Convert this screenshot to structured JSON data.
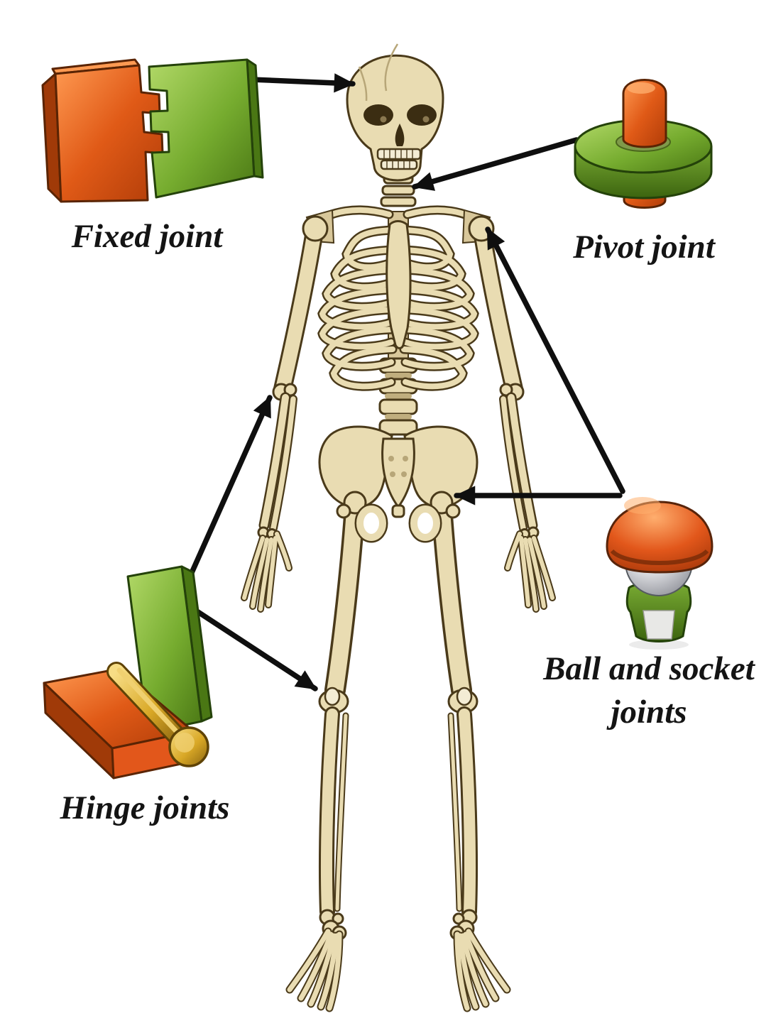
{
  "figure": {
    "subject": "Human skeleton, front view, full body illustration",
    "style": "anatomical color illustration on white background"
  },
  "joints": [
    {
      "id": "fixed",
      "label": "Fixed joint",
      "icon": "interlocking-suture-blocks",
      "targets": [
        "skull sutures"
      ]
    },
    {
      "id": "pivot",
      "label": "Pivot joint",
      "icon": "peg-through-ring",
      "targets": [
        "neck vertebrae (atlas-axis)"
      ]
    },
    {
      "id": "hinge",
      "label": "Hinge joints",
      "icon": "hinged-slabs-with-pin",
      "targets": [
        "elbow joint",
        "knee joint"
      ]
    },
    {
      "id": "ball_socket",
      "label": "Ball and socket joints",
      "label_lines": [
        "Ball and socket",
        "joints"
      ],
      "icon": "ball-in-socket-cup",
      "targets": [
        "shoulder joint",
        "hip joint"
      ]
    }
  ],
  "colors": {
    "orange": "#e2571b",
    "green": "#76ac2f",
    "gold": "#d9a826",
    "silver": "#c9ccd2",
    "bone": "#e9dcb2",
    "arrow": "#0f0f0f",
    "text": "#141414",
    "background": "#ffffff"
  }
}
